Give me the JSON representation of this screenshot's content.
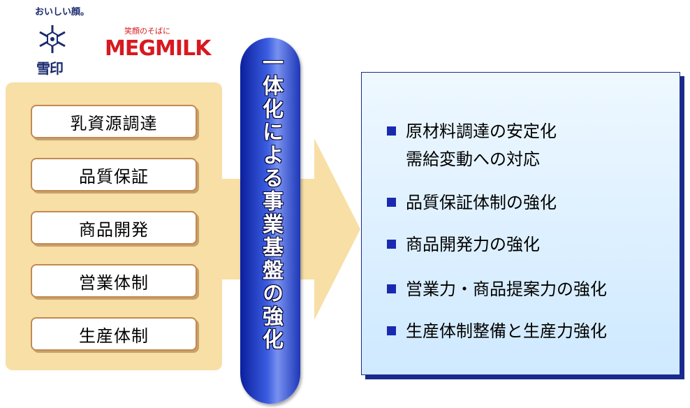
{
  "logo": {
    "tagline": "おいしい顔。",
    "sub_tagline": "笑顔のそばに",
    "brand": "MEGMILK",
    "name_jp": "雪印",
    "crest_icon": "snowflake-crest-icon"
  },
  "functions": [
    "乳資源調達",
    "品質保証",
    "商品開発",
    "営業体制",
    "生産体制"
  ],
  "center_label": "一体化による事業基盤の強化",
  "results": [
    {
      "line1": "原材料調達の安定化",
      "line2": "需給変動への対応"
    },
    {
      "line1": "品質保証体制の強化"
    },
    {
      "line1": "商品開発力の強化"
    },
    {
      "line1": "営業力・商品提案力の強化"
    },
    {
      "line1": "生産体制整備と生産力強化"
    }
  ],
  "colors": {
    "panel_tan": "#f7dfa6",
    "box_border": "#c08a52",
    "pill_blue": "#2a48cf",
    "result_bg": "#d8eeff",
    "bullet_blue": "#1a2ab0",
    "brand_red": "#d71920"
  }
}
